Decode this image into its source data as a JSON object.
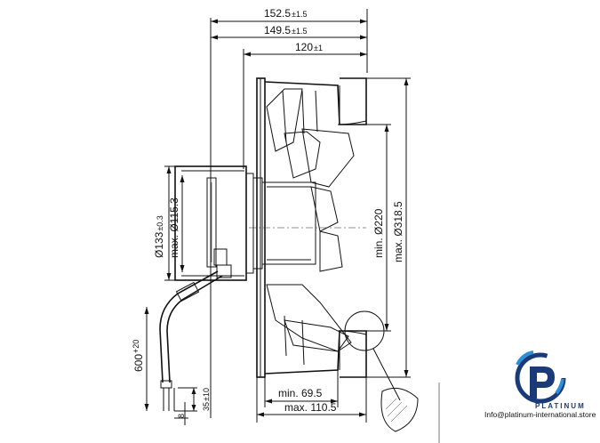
{
  "dimensions": {
    "overall_length": "152.5",
    "overall_length_tol": "±1.5",
    "flange_length": "149.5",
    "flange_length_tol": "±1.5",
    "housing_length": "120",
    "housing_length_tol": "±1",
    "motor_dia": "Ø133",
    "motor_dia_tol": "±0.3",
    "motor_max_dia": "max. Ø115.3",
    "min_inner_dia": "min. Ø220",
    "max_outer_dia": "max. Ø318.5",
    "min_depth": "min. 69.5",
    "max_depth": "max. 110.5",
    "cable_length": "600",
    "cable_length_tol": "+20",
    "strip_length": "35",
    "strip_length_tol": "±10",
    "ferrule_length": "8"
  },
  "brand": {
    "name": "PLATINUM",
    "email": "Info@platinum-international.store",
    "icon": "platinum-logo-icon",
    "color_primary": "#1a3a78",
    "color_accent": "#2a8fd8"
  }
}
